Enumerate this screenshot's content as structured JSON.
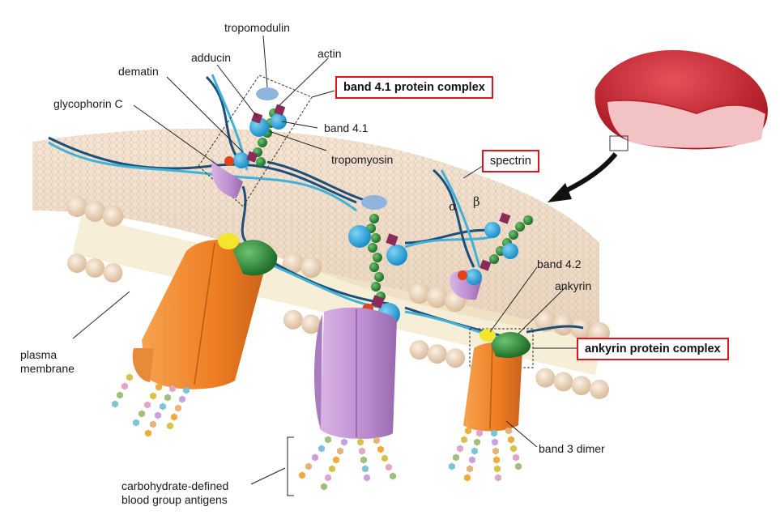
{
  "labels": {
    "tropomodulin": "tropomodulin",
    "adducin": "adducin",
    "actin": "actin",
    "dematin": "dematin",
    "glycophorin_c": "glycophorin C",
    "band_4_1": "band 4.1",
    "tropomyosin": "tropomyosin",
    "band_4_2": "band 4.2",
    "ankyrin": "ankyrin",
    "band_3_dimer": "band 3 dimer",
    "plasma_membrane_line1": "plasma",
    "plasma_membrane_line2": "membrane",
    "carbohydrate_line1": "carbohydrate-defined",
    "carbohydrate_line2": "blood group antigens",
    "alpha": "α",
    "beta": "β"
  },
  "boxed_labels": {
    "band_4_1_complex": "band 4.1 protein complex",
    "spectrin": "spectrin",
    "ankyrin_complex": "ankyrin protein complex"
  },
  "colors": {
    "box_border": "#e0141b",
    "membrane_bead": "#f1ddc6",
    "band3": "#f0842a",
    "glycophorin": "#c79bd6",
    "band_4_1": "#2aa6de",
    "actin": "#2f8f3a",
    "spectrin": "#1d4f7a",
    "red_cell": "#c81f2c"
  }
}
